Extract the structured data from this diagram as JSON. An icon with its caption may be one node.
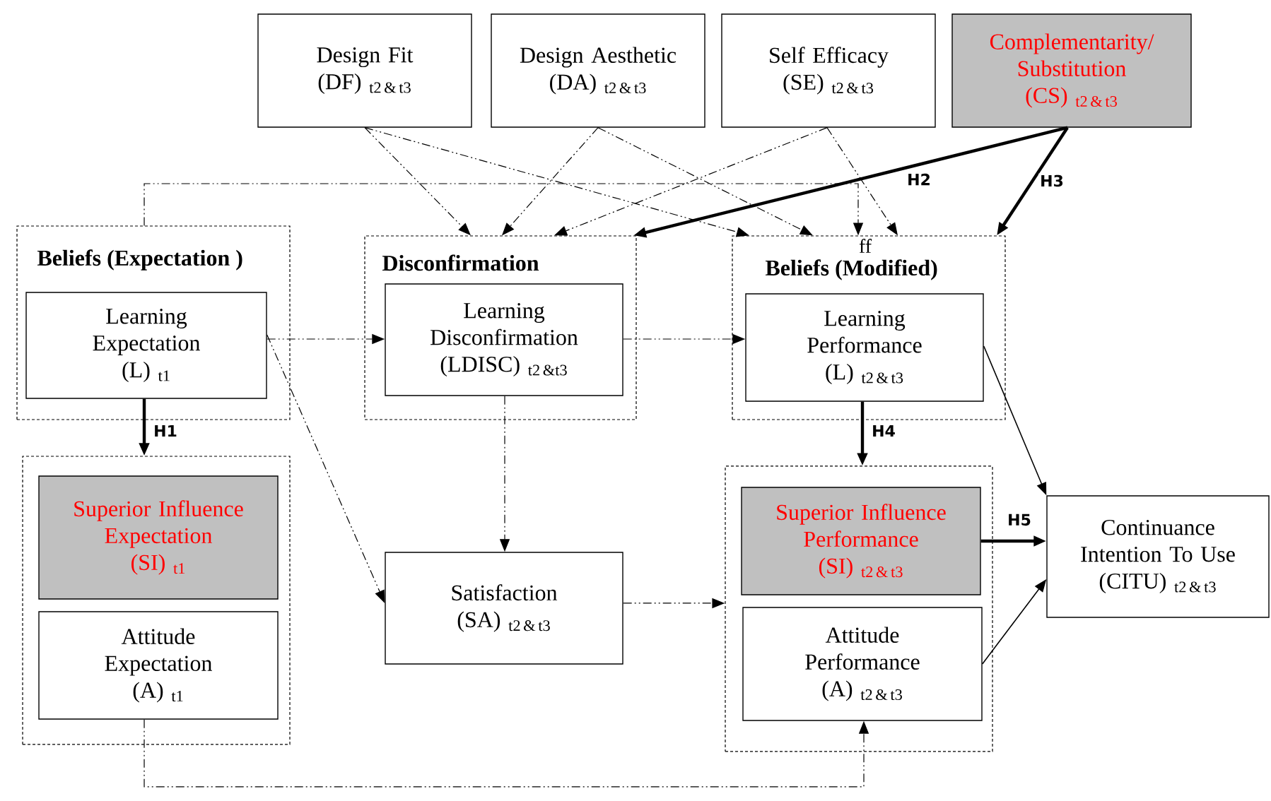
{
  "diagram": {
    "nodes": [
      {
        "text": [
          "Design Fit (DF)",
          "_{\\mathrm{t2\\,\\&\\,t3}}"
        ]
      },
      {
        "text": [
          "Design Aesthetic (DA)",
          "_{\\mathrm{t2\\,\\&\\,t3}}"
        ]
      },
      {
        "text": [
          "Self Efficacy (SE)",
          "_{\\mathrm{t2\\,\\&\\,t3}}"
        ]
      },
      {
        "text": [
          "Complementarity/ Substitution (CS)",
          "_{\\mathrm{t2\\,\\&\\,t3}}"
        ]
      },
      {
        "text": [
          "Beliefs (Expectation )"
        ]
      },
      {
        "text": [
          "Learning Expectation (L)",
          "_{\\mathrm{t1}}"
        ],
        "in": 4
      },
      {
        "text": [
          "Disconfirmation"
        ]
      },
      {
        "text": [
          "Learning Disconfirmation (LDISC)",
          "_{\\mathrm{t2\\,\\&t3}}"
        ],
        "in": 6
      },
      {
        "text": [
          "Beliefs (Modified)"
        ]
      },
      {
        "text": [
          "Learning Performance (L)",
          "_{\\mathrm{t2\\,\\&\\,t3}}"
        ],
        "in": 8
      },
      {
        "text": [],
        "shape": "box"
      },
      {
        "text": [
          "Superior Influence Expectation (SI)",
          "_{\\mathrm{t1}}"
        ],
        "in": 10
      },
      {
        "text": [
          "Attitude Expectation (A)",
          "_{\\mathrm{t1}}"
        ],
        "in": 10
      },
      {
        "text": [
          "Satisfaction (SA)",
          "_{\\mathrm{t2\\,\\&\\,t3}}"
        ]
      },
      {
        "text": [],
        "shape": "box"
      },
      {
        "text": [
          "Superior Influence Performance (SI)",
          "_{\\mathrm{t2\\,\\&\\,t3}}"
        ],
        "in": 14
      },
      {
        "text": [
          "Attitude Performance (A)",
          "_{\\mathrm{t2\\,\\&\\,t3}}"
        ],
        "in": 14
      },
      {
        "text": [
          "Continuance Intention To Use (CITU)",
          "_{\\mathrm{t2\\,\\&\\,t3}}"
        ]
      }
    ],
    "edges": [
      {
        "from": 0,
        "to": 6,
        "arrow": "to",
        "style": "dashed"
      },
      {
        "from": 0,
        "to": 8,
        "arrow": "to",
        "style": "dashed"
      },
      {
        "from": 1,
        "to": 6,
        "arrow": "to",
        "style": "dashed"
      },
      {
        "from": 1,
        "to": 8,
        "arrow": "to",
        "style": "dashed"
      },
      {
        "from": 2,
        "to": 6,
        "arrow": "to",
        "style": "dashed"
      },
      {
        "from": 2,
        "to": 8,
        "arrow": "to",
        "style": "dashed"
      },
      {
        "from": 3,
        "to": 6,
        "arrow": "to",
        "label": "H2",
        "style": "thick"
      },
      {
        "from": 3,
        "to": 8,
        "arrow": "to",
        "label": "H3",
        "style": "thick"
      },
      {
        "from": 4,
        "to": 8,
        "arrow": "to",
        "style": "dashed"
      },
      {
        "from": 5,
        "to": 7,
        "arrow": "to",
        "style": "dashed"
      },
      {
        "from": 7,
        "to": 9,
        "arrow": "to",
        "style": "dashed"
      },
      {
        "from": 5,
        "to": 13,
        "arrow": "to",
        "style": "dashed"
      },
      {
        "from": 7,
        "to": 13,
        "arrow": "to",
        "style": "dashed"
      },
      {
        "from": 5,
        "to": 10,
        "arrow": "to",
        "label": "H1",
        "style": "thick"
      },
      {
        "from": 13,
        "to": 14,
        "arrow": "to",
        "style": "dashed"
      },
      {
        "from": 12,
        "to": 16,
        "arrow": "to",
        "style": "dashed"
      },
      {
        "from": 9,
        "to": 14,
        "arrow": "to",
        "label": "H4",
        "style": "thick"
      },
      {
        "from": 9,
        "to": 17,
        "arrow": "to"
      },
      {
        "from": 15,
        "to": 17,
        "arrow": "to",
        "label": "H5",
        "style": "thick"
      },
      {
        "from": 16,
        "to": 17,
        "arrow": "to"
      }
    ],
    "labels": [
      "ff"
    ]
  }
}
